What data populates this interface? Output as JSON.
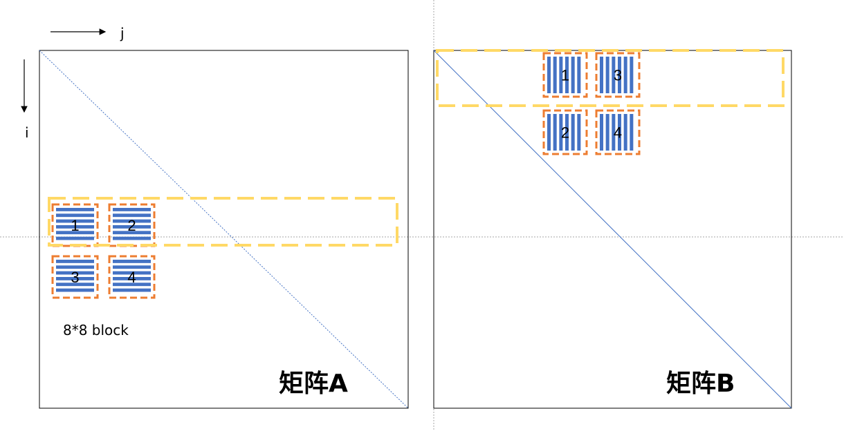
{
  "axes": {
    "j_label": "j",
    "i_label": "i"
  },
  "matrix_a": {
    "title": "矩阵A",
    "block_note": "8*8 block",
    "blocks": [
      "1",
      "2",
      "3",
      "4"
    ]
  },
  "matrix_b": {
    "title": "矩阵B",
    "blocks": [
      "1",
      "3",
      "2",
      "4"
    ]
  },
  "colors": {
    "block_fill": "#4472C4",
    "block_border": "#ED7D31",
    "group_border": "#FFD966",
    "diagonal": "#4472C4",
    "guide": "#A6A6A6"
  }
}
